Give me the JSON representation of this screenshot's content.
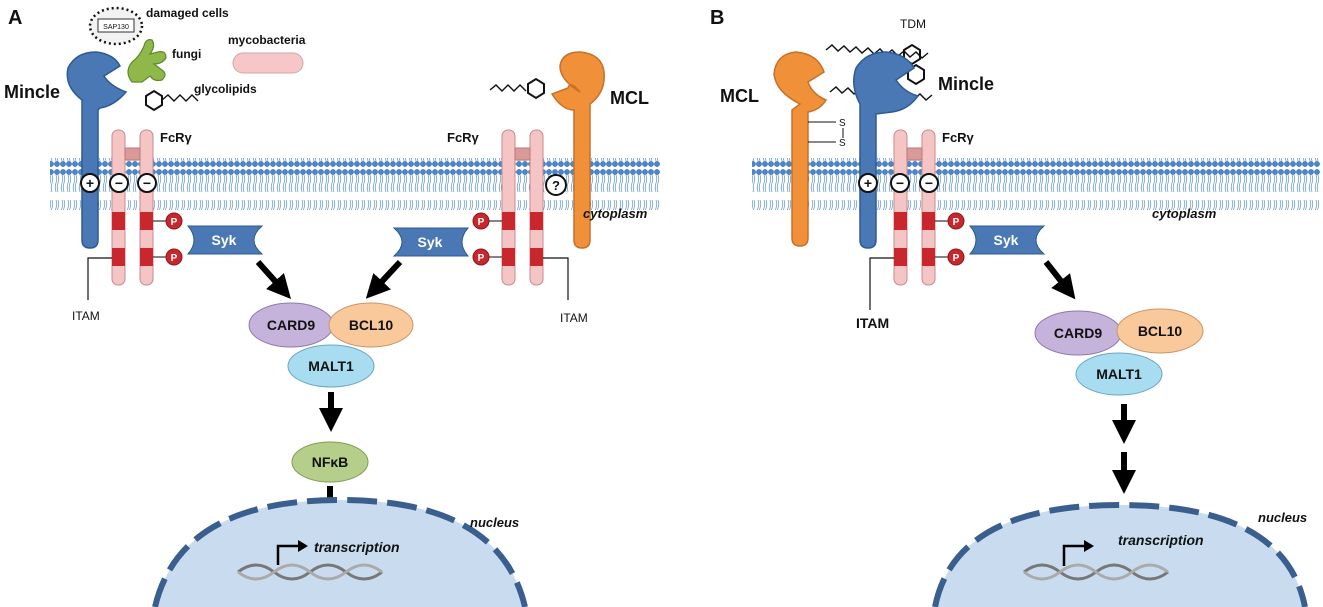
{
  "panels": {
    "a": {
      "letter": "A",
      "ligands": {
        "sap130": "SAP130",
        "damaged_cells": "damaged cells",
        "fungi": "fungi",
        "mycobacteria": "mycobacteria",
        "glycolipids": "glycolipids"
      },
      "receptors": {
        "mincle": "Mincle",
        "mcl": "MCL",
        "fcr_left": "FcRγ",
        "fcr_right": "FcRγ"
      },
      "charges": {
        "plus": "+",
        "minus": "−",
        "unknown": "?"
      },
      "phospho": "P",
      "kinase": "Syk",
      "itam": "ITAM",
      "compartments": {
        "cytoplasm": "cytoplasm",
        "nucleus": "nucleus"
      },
      "complex": {
        "card9": "CARD9",
        "bcl10": "BCL10",
        "malt1": "MALT1"
      },
      "nfkb": "NFκB",
      "transcription": "transcription"
    },
    "b": {
      "letter": "B",
      "ligands": {
        "tdm": "TDM"
      },
      "receptors": {
        "mcl": "MCL",
        "mincle": "Mincle",
        "fcr": "FcRγ"
      },
      "disulfide": {
        "s1": "S",
        "s2": "S"
      },
      "charges": {
        "plus": "+",
        "minus": "−"
      },
      "phospho": "P",
      "kinase": "Syk",
      "itam": "ITAM",
      "compartments": {
        "cytoplasm": "cytoplasm",
        "nucleus": "nucleus"
      },
      "complex": {
        "card9": "CARD9",
        "bcl10": "BCL10",
        "malt1": "MALT1"
      },
      "transcription": "transcription"
    }
  },
  "colors": {
    "membrane_head": "#4a86c8",
    "mincle": "#4a78b5",
    "mcl": "#f0913a",
    "fcr": "#f5c4c4",
    "itam_box": "#c8282d",
    "syk": "#4a78b5",
    "card9": "#c6b3dc",
    "bcl10": "#f9c89b",
    "malt1": "#a8dcf0",
    "nfkb": "#b5cf8a",
    "nucleus": "#c9dcef",
    "nucleus_border": "#3a5f8f"
  }
}
